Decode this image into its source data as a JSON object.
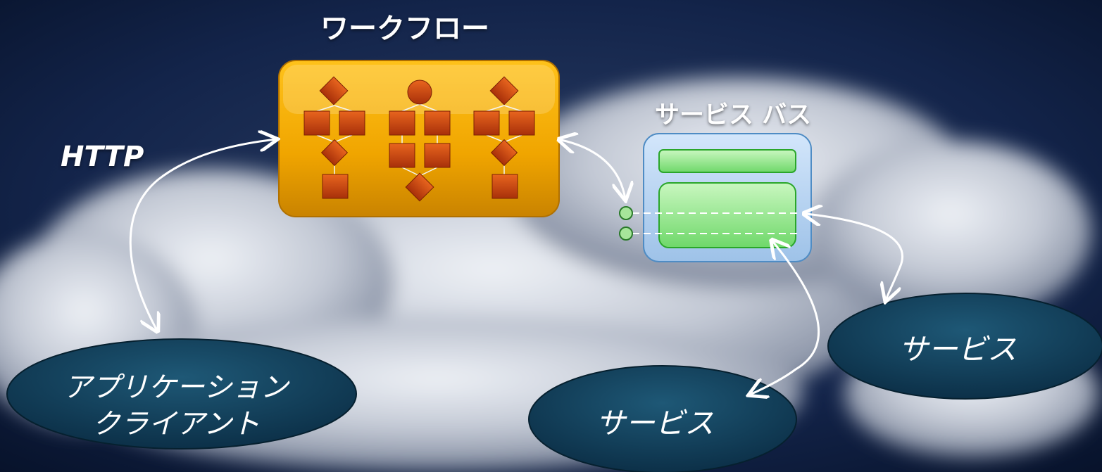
{
  "labels": {
    "workflow": "ワークフロー",
    "service_bus": "サービス バス",
    "http": "HTTP"
  },
  "nodes": {
    "client_line1": "アプリケーション",
    "client_line2": "クライアント",
    "service_1": "サービス",
    "service_2": "サービス"
  },
  "colors": {
    "background": "#0d1a33",
    "cloud": "#c9ced8",
    "workflow_box": "#f2a900",
    "workflow_shape": "#c8400a",
    "bus_box": "#b9d3ef",
    "bus_panel": "#8de88a",
    "node_oval": "#14425c",
    "arrow": "#ffffff"
  }
}
